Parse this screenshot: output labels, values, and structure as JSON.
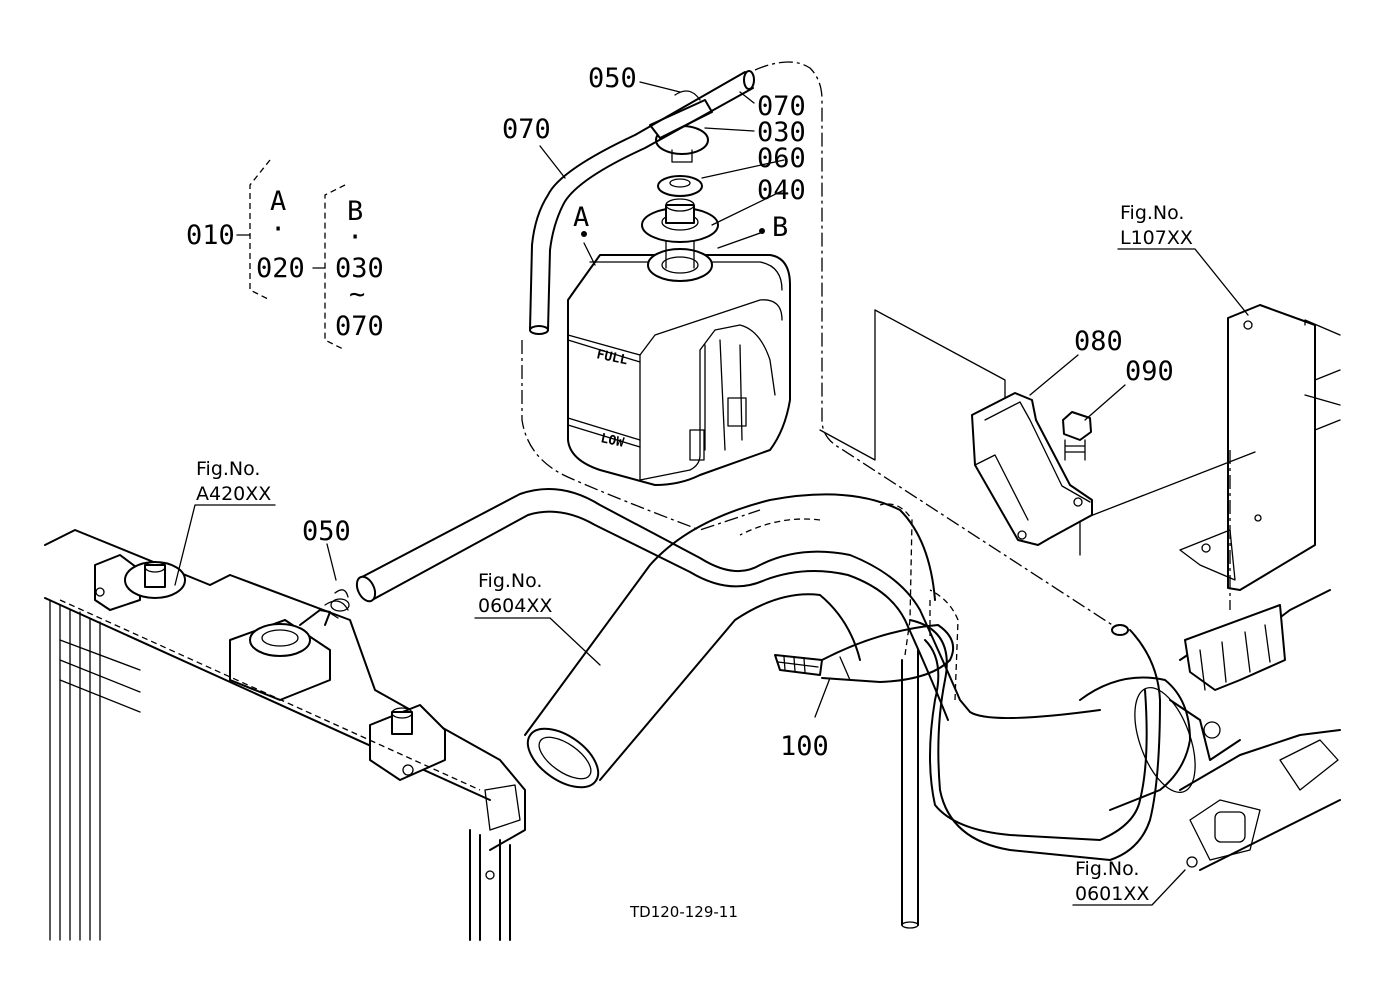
{
  "parts": {
    "p050_top": "050",
    "p070_right": "070",
    "p030": "030",
    "p060": "060",
    "p040": "040",
    "p070_left": "070",
    "p080": "080",
    "p090": "090",
    "p050_bottom": "050",
    "p100": "100"
  },
  "assembly": {
    "p010": "010",
    "a": "A",
    "dot1": "·",
    "p020": "020",
    "b": "B",
    "dot2": "·",
    "p030": "030",
    "tilde": "~",
    "p070": "070"
  },
  "markers": {
    "a": "A",
    "b": "B"
  },
  "tank_labels": {
    "full": "FULL",
    "low": "LOW"
  },
  "fig_refs": [
    {
      "label": "Fig.No.",
      "code": "L107XX"
    },
    {
      "label": "Fig.No.",
      "code": "A420XX"
    },
    {
      "label": "Fig.No.",
      "code": "0604XX"
    },
    {
      "label": "Fig.No.",
      "code": "0601XX"
    }
  ],
  "drawing_code": "TD120-129-11"
}
